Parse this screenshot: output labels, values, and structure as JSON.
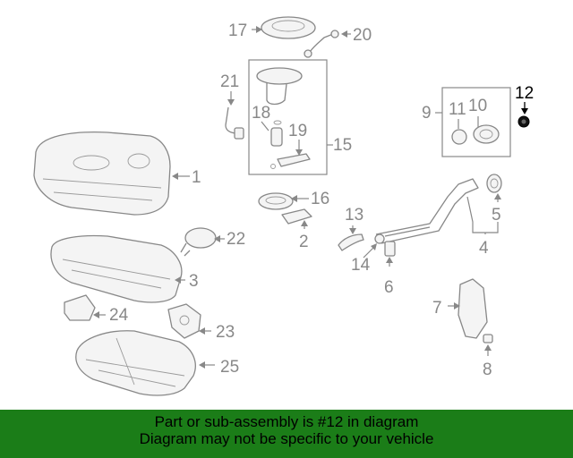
{
  "diagram": {
    "callouts": {
      "c1": "1",
      "c2": "2",
      "c3": "3",
      "c4": "4",
      "c5": "5",
      "c6": "6",
      "c7": "7",
      "c8": "8",
      "c9": "9",
      "c10": "10",
      "c11": "11",
      "c12": "12",
      "c13": "13",
      "c14": "14",
      "c15": "15",
      "c16": "16",
      "c17": "17",
      "c18": "18",
      "c19": "19",
      "c20": "20",
      "c21": "21",
      "c22": "22",
      "c23": "23",
      "c24": "24",
      "c25": "25"
    },
    "highlight_color": "#000000",
    "part_color": "#888888"
  },
  "banner": {
    "line1": "Part or sub-assembly is #12 in diagram",
    "line2": "Diagram may not be specific to your vehicle",
    "background": "#1b7d18"
  }
}
